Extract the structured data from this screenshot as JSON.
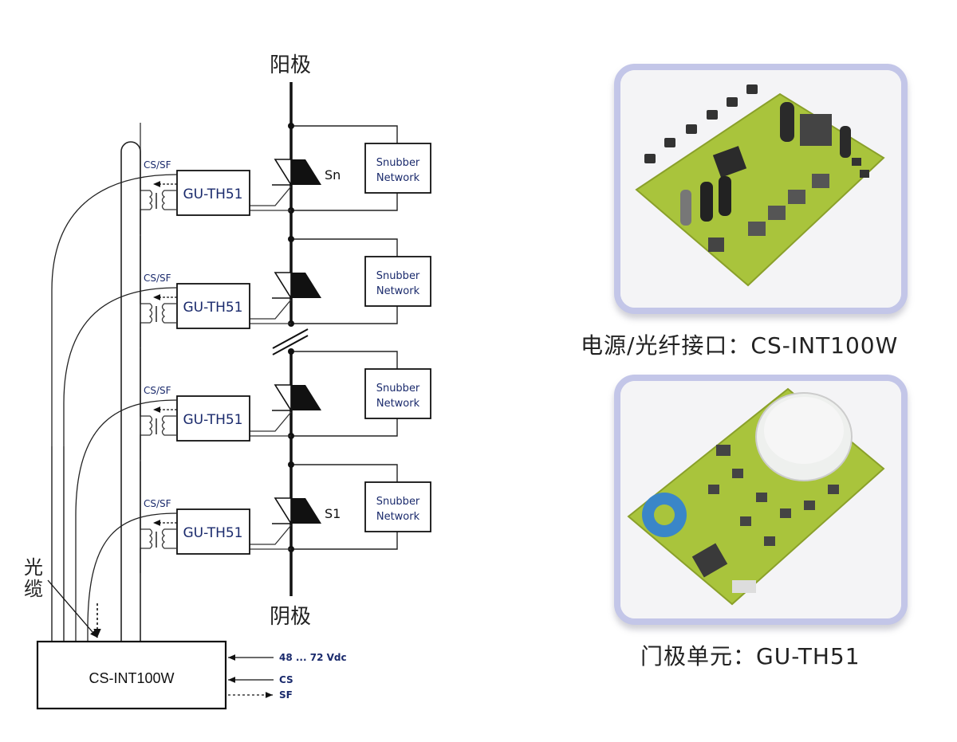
{
  "diagram": {
    "anode_label": "阳极",
    "cathode_label": "阴极",
    "fiber_cable_label_line1": "光",
    "fiber_cable_label_line2": "缆",
    "interface_box_label": "CS-INT100W",
    "power_input_label": "48 ... 72 Vdc",
    "cs_input_label": "CS",
    "sf_output_label": "SF",
    "stages": [
      {
        "gate_unit_label": "GU-TH51",
        "signal_label": "CS/SF",
        "snubber_line1": "Snubber",
        "snubber_line2": "Network",
        "thyristor_label": "Sn"
      },
      {
        "gate_unit_label": "GU-TH51",
        "signal_label": "CS/SF",
        "snubber_line1": "Snubber",
        "snubber_line2": "Network",
        "thyristor_label": ""
      },
      {
        "gate_unit_label": "GU-TH51",
        "signal_label": "CS/SF",
        "snubber_line1": "Snubber",
        "snubber_line2": "Network",
        "thyristor_label": ""
      },
      {
        "gate_unit_label": "GU-TH51",
        "signal_label": "CS/SF",
        "snubber_line1": "Snubber",
        "snubber_line2": "Network",
        "thyristor_label": "S1"
      }
    ]
  },
  "photos": [
    {
      "subject": "power/fiber interface board photo",
      "caption": "电源/光纤接口：CS-INT100W"
    },
    {
      "subject": "gate unit board photo",
      "caption": "门极单元：GU-TH51"
    }
  ],
  "colors": {
    "frame": "#c3c6e8",
    "pcb_green": "#a9c43c",
    "text_blue": "#1a2a6c"
  }
}
